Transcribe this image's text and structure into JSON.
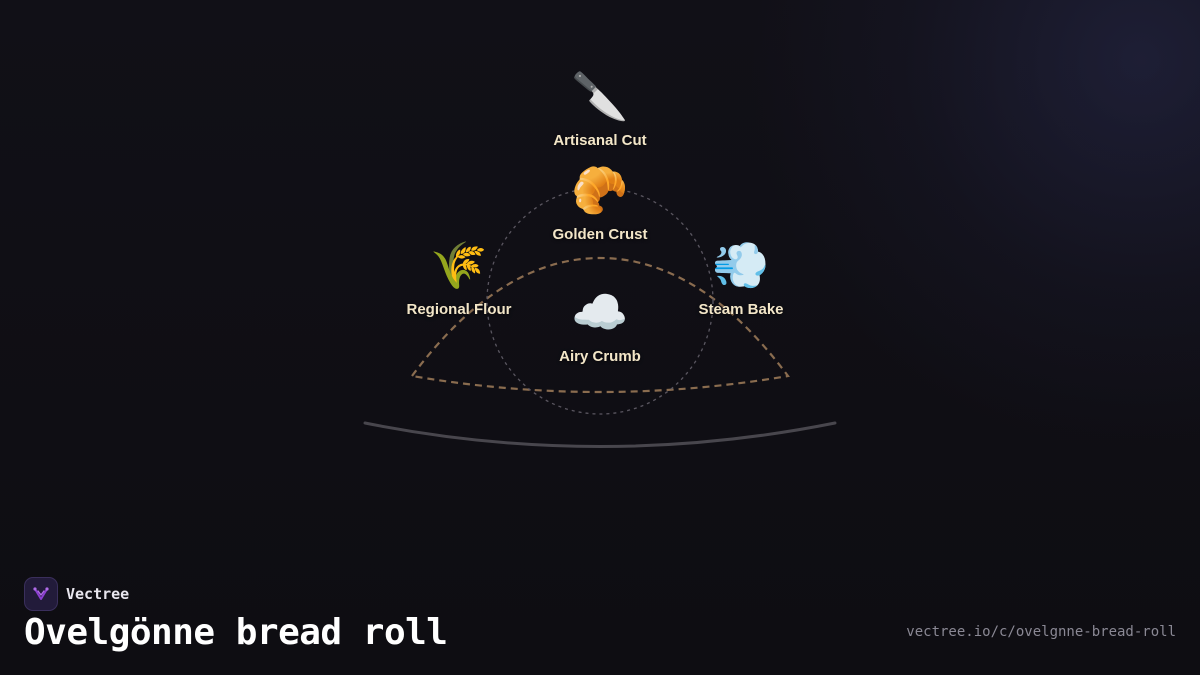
{
  "diagram": {
    "nodes": [
      {
        "id": "artisanal-cut",
        "label": "Artisanal Cut",
        "icon": "knife-icon",
        "glyph": "🔪"
      },
      {
        "id": "golden-crust",
        "label": "Golden Crust",
        "icon": "croissant-icon",
        "glyph": "🥐"
      },
      {
        "id": "regional-flour",
        "label": "Regional Flour",
        "icon": "wheat-icon",
        "glyph": "🌾"
      },
      {
        "id": "steam-bake",
        "label": "Steam Bake",
        "icon": "steam-icon",
        "glyph": "💨"
      },
      {
        "id": "airy-crumb",
        "label": "Airy Crumb",
        "icon": "cloud-icon",
        "glyph": "☁️"
      }
    ],
    "colors": {
      "label": "#f3e6c8",
      "bread_outline": "#8a6c4f",
      "inner_circle": "#5a5660",
      "plate": "#48464d"
    }
  },
  "brand": {
    "name": "Vectree",
    "logo_icon": "vectree-logo-icon",
    "accent": "#8b3fd1"
  },
  "title": "Ovelgönne bread roll",
  "url": "vectree.io/c/ovelgnne-bread-roll"
}
